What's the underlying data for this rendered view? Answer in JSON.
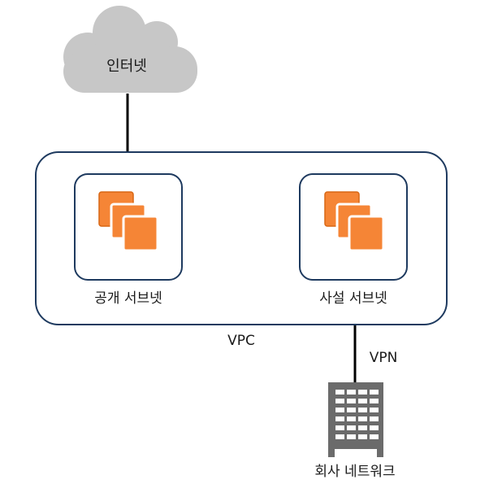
{
  "nodes": {
    "internet": {
      "label": "인터넷"
    },
    "vpc": {
      "label": "VPC"
    },
    "public_subnet": {
      "label": "공개 서브넷"
    },
    "private_subnet": {
      "label": "사설 서브넷"
    },
    "corporate_network": {
      "label": "회사 네트워크"
    }
  },
  "connections": {
    "vpn": {
      "label": "VPN"
    }
  },
  "icons": {
    "cloud": "cloud-icon",
    "instances": "ec2-instances-icon",
    "datacenter": "server-rack-icon"
  },
  "colors": {
    "vpc_border": "#1e3a5f",
    "subnet_border": "#1e3a5f",
    "instance_fill": "#f58536",
    "instance_edge": "#d86613",
    "cloud_fill": "#c7c7c7",
    "server_fill": "#6b6b6b"
  }
}
